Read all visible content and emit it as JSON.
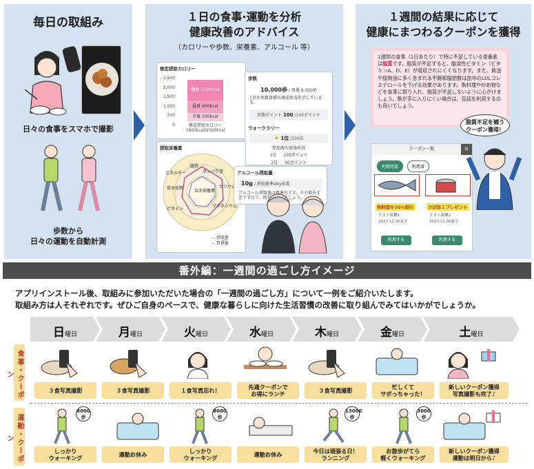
{
  "panels": {
    "daily": {
      "title": "毎日の取組み",
      "caption_photo": "日々の食事をスマホで撮影",
      "caption_steps": "歩数から\n日々の運動を自動計測"
    },
    "analysis": {
      "title_line1": "１日の食事·運動を分析",
      "title_line2": "健康改善のアドバイス",
      "subtitle": "（カロリーや歩数、栄養素、アルコール 等）",
      "calorie_card": {
        "title": "推定摂取カロリー",
        "y_ticks": [
          "2,500",
          "2,000",
          "1,500",
          "1,000",
          "500",
          "0"
        ],
        "bars": [
          "朝食 1300kcal",
          "昼食 800kcal",
          "夕食 500kcal"
        ],
        "footer": "推定摂取カロリー\n1800kcal/2500kcal"
      },
      "steps_card": {
        "title": "歩数",
        "value": "10,000歩",
        "goal": "/ 目標 8,000歩",
        "note": "1日の歩数目標の達成状況を示しています。",
        "points_label": "歩数ポイント",
        "points_value": "100",
        "points_unit": "/100ポイント"
      },
      "walking_rally": {
        "title": "ウォークラリー",
        "rank": "1位",
        "rank_unit": "/100位",
        "table_title": "参加者の実施状況",
        "rows": [
          [
            "1位",
            "100ポイント"
          ],
          [
            "2位",
            "90ポイント"
          ]
        ]
      },
      "nutrient_card": {
        "title": "摂取栄養素",
        "labels": [
          "脂質",
          "タンパク質",
          "カリウム",
          "マグネシウム",
          "ビタミン",
          "エネルギー",
          "炭水化物",
          "五大栄養素"
        ],
        "legend": [
          "摂取量",
          "目標量"
        ]
      },
      "alcohol_card": {
        "title": "アルコール摂取量",
        "value": "10g",
        "note": "/ 摂取基準40g未満",
        "advice": "アルコール摂取量は基準内です。やや飲みすぎですので、明日は控えましょう。"
      }
    },
    "coupon": {
      "title_line1": "１週間の結果に応じて",
      "title_line2": "健康にまつわるクーポンを獲得",
      "note_before": "1週間の食事（1日あたり）で特に不足している栄養素は",
      "note_highlight": "脂質",
      "note_after": "です。脂質が不足すると、脂溶性ビタミン（ビタミンA、D、E）が吸収されにくくなります。また、魚油や植物油に多く含まれる不飽和脂肪酸は血中のLDLコレステロールを下げる効果があります。魚料理や炒め物などを食事に取り入れ、脂質が不足しないように心がけましょう。魚が手に入りにくい場合は、缶詰を利用するのも良いでしょう。",
      "bubble": "脂質不足を補う\nクーポン獲得！",
      "app": {
        "header": "クーポン一覧",
        "tabs": [
          "利用可能",
          "利用済"
        ],
        "items": [
          {
            "label": "魚料理を20%割引",
            "shop": "テスト店舗1",
            "date": "2023.11.30まで",
            "button": "利用する"
          },
          {
            "label": "さば缶１プレゼント",
            "shop": "テスト店舗2",
            "date": "2023.11.30まで",
            "button": "利用する"
          }
        ]
      }
    }
  },
  "section": {
    "band_title": "番外編：一週間の過ごし方イメージ",
    "intro_line1": "アプリインストール後、取組みに参加いただいた場合の「一週間の過ごし方」について一例をご紹介いたします。",
    "intro_line2": "取組み方は人それぞれです。ぜひご自身のペースで、健康な暮らしに向けた生活習慣の改善に取り組んでみてはいかがでしょうか。"
  },
  "week": {
    "suffix": "曜日",
    "days": [
      "日",
      "月",
      "火",
      "水",
      "木",
      "金",
      "土"
    ],
    "row_labels": {
      "food": "食事・クーポン",
      "exercise": "運動・クーポン"
    },
    "food": [
      "３食写真撮影",
      "３食写真撮影",
      "１食写真忘れ！",
      "先週クーポンで\nお得にランチ",
      "３食写真撮影",
      "忙しくて\nサボっちゃった！",
      "新しいクーポン獲得\n写真撮影も完了♪"
    ],
    "exercise": [
      "しっかり\nウォーキング",
      "運動お休み",
      "しっかり\nウォーキング",
      "運動お休み",
      "今日は頑張る日！\nランニング",
      "お散歩がてら\n軽くウォーキング",
      "新しいクーポン獲得\n運動は明日から♪"
    ],
    "step_badges": [
      "8000\n歩",
      "8000\n歩",
      "13000\n歩",
      "3000\n歩"
    ]
  },
  "colors": {
    "panel_bg": "#d5e3f1",
    "arrow": "#2f5fa4",
    "band": "#4d4d4d",
    "label_bg": "#f8df9e",
    "accent_red": "#c0392b",
    "coupon_green": "#3a8a6b",
    "highlight": "#e01a4f"
  }
}
